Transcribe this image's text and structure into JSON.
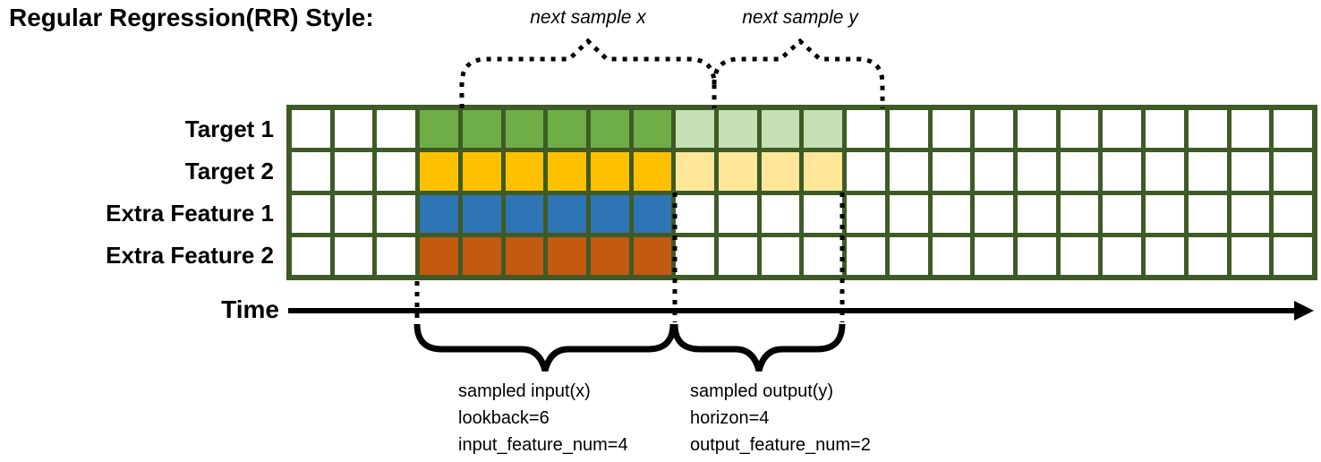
{
  "title": "Regular Regression(RR) Style:",
  "annotations": {
    "next_sample_x": "next sample x",
    "next_sample_y": "next sample y",
    "time_label": "Time",
    "input": {
      "line1": "sampled input(x)",
      "line2": "lookback=6",
      "line3": "input_feature_num=4"
    },
    "output": {
      "line1": "sampled output(y)",
      "line2": "horizon=4",
      "line3": "output_feature_num=2"
    }
  },
  "colors": {
    "white": "#FFFFFF",
    "green": "#6FAD47",
    "lightGreen": "#C5E0B4",
    "yellow": "#FFC000",
    "lightYellow": "#FFE699",
    "blue": "#2E75B6",
    "orange": "#C45911",
    "gridLine": "#3E5B26",
    "ink": "#000000"
  },
  "grid": {
    "columns": 24,
    "lookback": 6,
    "horizon": 4,
    "rows": [
      {
        "label": "Target 1",
        "cells": [
          "white",
          "white",
          "white",
          "green",
          "green",
          "green",
          "green",
          "green",
          "green",
          "lightGreen",
          "lightGreen",
          "lightGreen",
          "lightGreen",
          "white",
          "white",
          "white",
          "white",
          "white",
          "white",
          "white",
          "white",
          "white",
          "white",
          "white"
        ]
      },
      {
        "label": "Target 2",
        "cells": [
          "white",
          "white",
          "white",
          "yellow",
          "yellow",
          "yellow",
          "yellow",
          "yellow",
          "yellow",
          "lightYellow",
          "lightYellow",
          "lightYellow",
          "lightYellow",
          "white",
          "white",
          "white",
          "white",
          "white",
          "white",
          "white",
          "white",
          "white",
          "white",
          "white"
        ]
      },
      {
        "label": "Extra Feature 1",
        "cells": [
          "white",
          "white",
          "white",
          "blue",
          "blue",
          "blue",
          "blue",
          "blue",
          "blue",
          "white",
          "white",
          "white",
          "white",
          "white",
          "white",
          "white",
          "white",
          "white",
          "white",
          "white",
          "white",
          "white",
          "white",
          "white"
        ]
      },
      {
        "label": "Extra Feature 2",
        "cells": [
          "white",
          "white",
          "white",
          "orange",
          "orange",
          "orange",
          "orange",
          "orange",
          "orange",
          "white",
          "white",
          "white",
          "white",
          "white",
          "white",
          "white",
          "white",
          "white",
          "white",
          "white",
          "white",
          "white",
          "white",
          "white"
        ]
      }
    ]
  }
}
